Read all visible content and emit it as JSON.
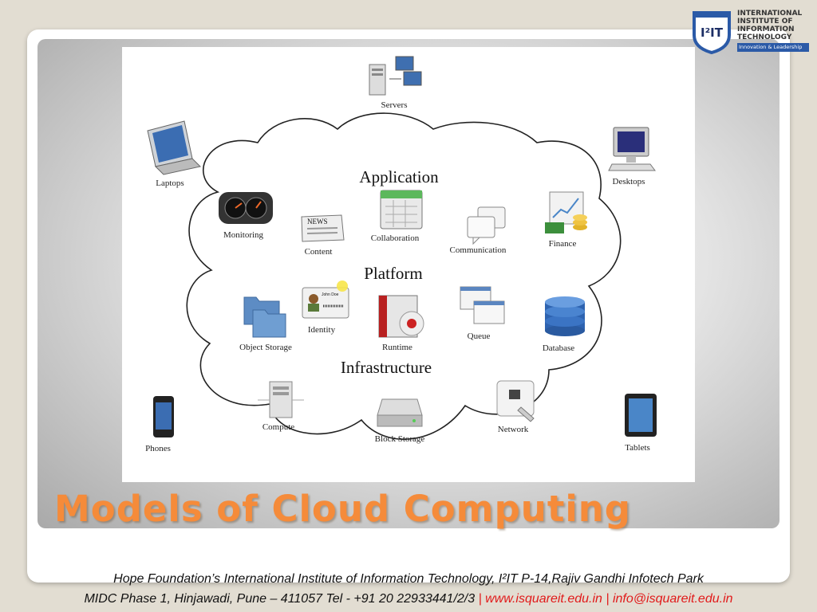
{
  "slide": {
    "title": "Models of Cloud Computing",
    "footer_line1": "Hope Foundation’s International Institute of Information Technology, I²IT P-14,Rajiv Gandhi Infotech Park",
    "footer_line2_prefix": "MIDC Phase 1, Hinjawadi, Pune – 411057 Tel - +91 20 22933441/2/3",
    "footer_sep": " | ",
    "footer_website": "www.isquareit.edu.in",
    "footer_email": "info@isquareit.edu.in"
  },
  "logo": {
    "mark": "I²IT",
    "line1": "INTERNATIONAL",
    "line2": "INSTITUTE OF",
    "line3": "INFORMATION",
    "line4": "TECHNOLOGY",
    "tagline": "Innovation & Leadership"
  },
  "diagram": {
    "layers": {
      "application": "Application",
      "platform": "Platform",
      "infrastructure": "Infrastructure"
    },
    "outside_devices": {
      "servers": "Servers",
      "laptops": "Laptops",
      "desktops": "Desktops",
      "phones": "Phones",
      "tablets": "Tablets"
    },
    "application_items": {
      "monitoring": "Monitoring",
      "content": "Content",
      "news_badge": "NEWS",
      "collaboration": "Collaboration",
      "communication": "Communication",
      "finance": "Finance"
    },
    "platform_items": {
      "object_storage": "Object Storage",
      "identity": "Identity",
      "identity_card_name": "John Doe",
      "runtime": "Runtime",
      "queue": "Queue",
      "database": "Database"
    },
    "infrastructure_items": {
      "compute": "Compute",
      "block_storage": "Block Storage",
      "network": "Network"
    }
  },
  "colors": {
    "title_orange": "#f58b3a",
    "footer_link_red": "#e11a1a",
    "logo_blue": "#2b5aa7"
  }
}
